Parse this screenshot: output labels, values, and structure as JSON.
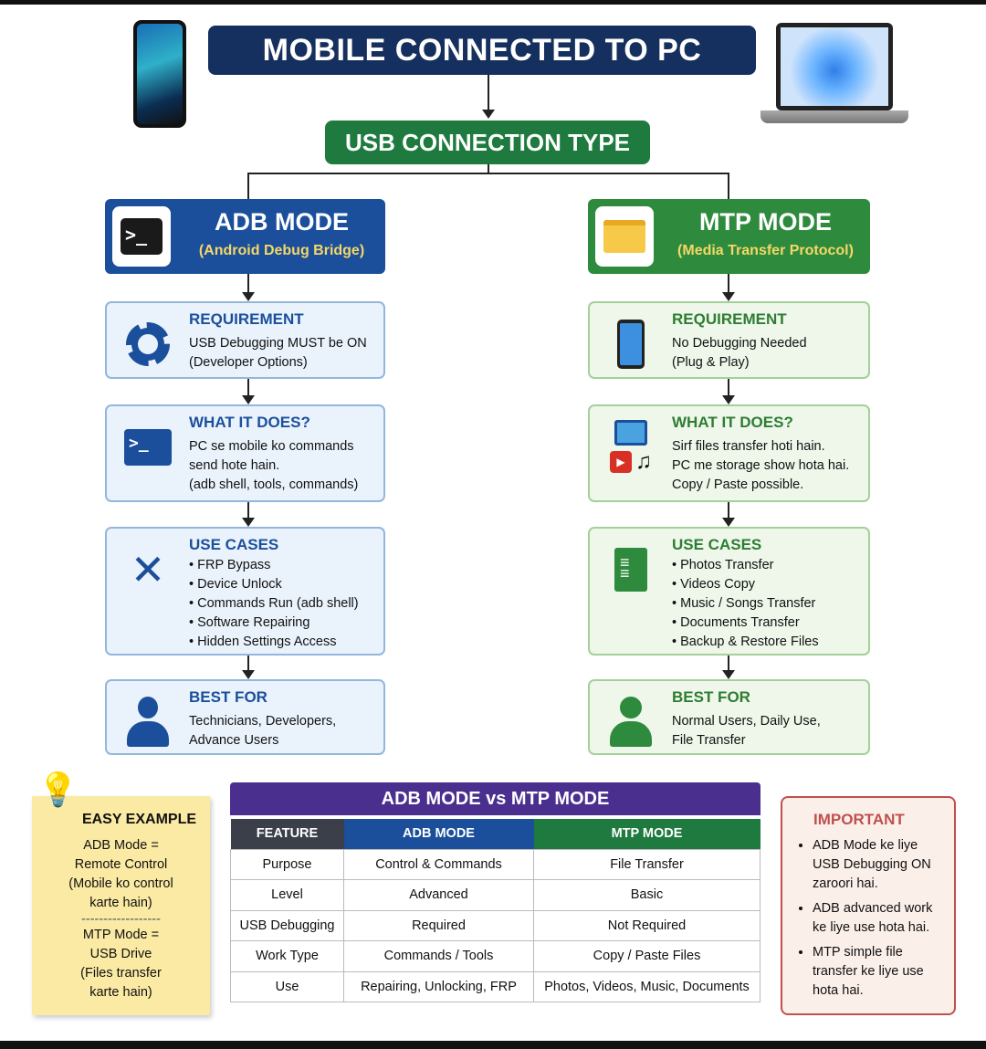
{
  "title": "MOBILE CONNECTED TO PC",
  "connection": "USB CONNECTION TYPE",
  "adb": {
    "title": "ADB MODE",
    "subtitle": "(Android Debug Bridge)",
    "requirement": {
      "heading": "REQUIREMENT",
      "lines": [
        "USB Debugging MUST be ON",
        "(Developer Options)"
      ]
    },
    "what": {
      "heading": "WHAT IT DOES?",
      "lines": [
        "PC se mobile ko commands",
        "send hote hain.",
        "(adb shell, tools, commands)"
      ]
    },
    "uses": {
      "heading": "USE CASES",
      "items": [
        "FRP Bypass",
        "Device Unlock",
        "Commands Run (adb shell)",
        "Software Repairing",
        "Hidden Settings Access"
      ]
    },
    "best": {
      "heading": "BEST FOR",
      "lines": [
        "Technicians, Developers,",
        "Advance Users"
      ]
    }
  },
  "mtp": {
    "title": "MTP MODE",
    "subtitle": "(Media Transfer Protocol)",
    "requirement": {
      "heading": "REQUIREMENT",
      "lines": [
        "No Debugging Needed",
        "(Plug & Play)"
      ]
    },
    "what": {
      "heading": "WHAT IT DOES?",
      "lines": [
        "Sirf files transfer hoti hain.",
        "PC me storage show hota hai.",
        "Copy / Paste possible."
      ]
    },
    "uses": {
      "heading": "USE CASES",
      "items": [
        "Photos Transfer",
        "Videos Copy",
        "Music / Songs Transfer",
        "Documents Transfer",
        "Backup & Restore Files"
      ]
    },
    "best": {
      "heading": "BEST FOR",
      "lines": [
        "Normal Users, Daily Use,",
        "File Transfer"
      ]
    }
  },
  "easy": {
    "heading": "EASY EXAMPLE",
    "adb": [
      "ADB Mode =",
      "Remote Control",
      "(Mobile ko control",
      "karte hain)"
    ],
    "divider": "------------------",
    "mtp": [
      "MTP Mode =",
      "USB Drive",
      "(Files transfer",
      "karte hain)"
    ]
  },
  "table": {
    "title": "ADB MODE vs MTP MODE",
    "headers": [
      "FEATURE",
      "ADB MODE",
      "MTP MODE"
    ],
    "rows": [
      [
        "Purpose",
        "Control & Commands",
        "File Transfer"
      ],
      [
        "Level",
        "Advanced",
        "Basic"
      ],
      [
        "USB Debugging",
        "Required",
        "Not Required"
      ],
      [
        "Work Type",
        "Commands / Tools",
        "Copy / Paste Files"
      ],
      [
        "Use",
        "Repairing, Unlocking, FRP",
        "Photos, Videos, Music, Documents"
      ]
    ]
  },
  "important": {
    "heading": "IMPORTANT",
    "items": [
      "ADB Mode ke liye USB Debugging ON zaroori hai.",
      "ADB advanced work ke liye use hota hai.",
      "MTP simple file transfer ke liye use hota hai."
    ]
  },
  "colors": {
    "navy": "#15305e",
    "adb_blue": "#1b4f9c",
    "mtp_green": "#2e8b3e",
    "usb_green": "#1e7a3e",
    "purple": "#4a2f8f",
    "important_red": "#c0504d",
    "note_yellow": "#fbeaa3"
  }
}
